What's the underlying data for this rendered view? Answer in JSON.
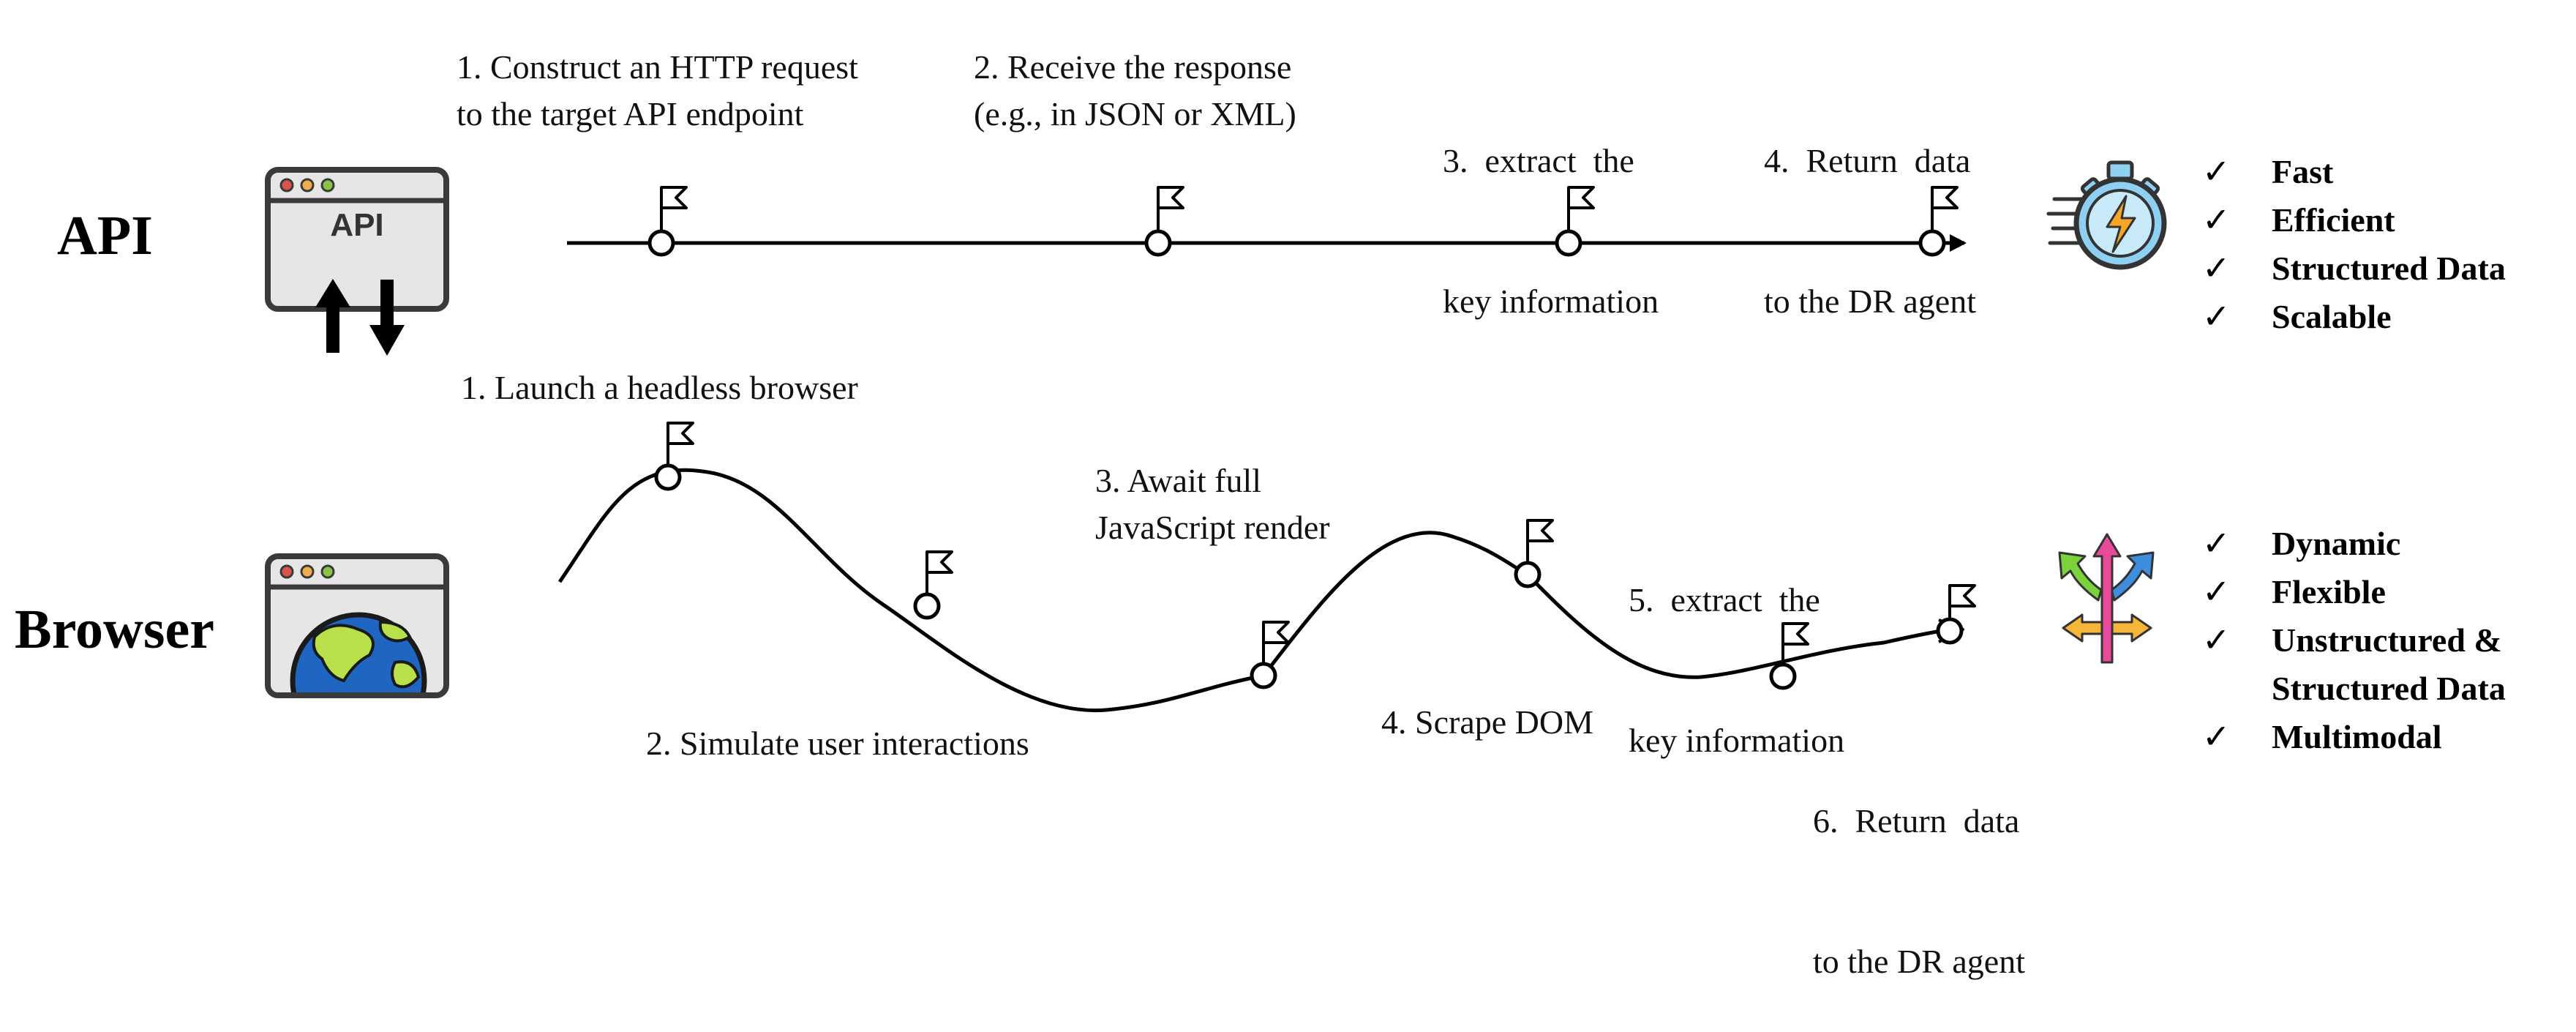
{
  "api_section": {
    "title": "API",
    "icon_label": "API",
    "steps": [
      {
        "line1": "1. Construct an HTTP request",
        "line2": "to the target API endpoint"
      },
      {
        "line1": "2. Receive the response",
        "line2": "(e.g.,  in JSON or XML)"
      },
      {
        "line1": "3.  extract  the",
        "line2": "key information"
      },
      {
        "line1": "4.  Return  data",
        "line2": "to the DR agent"
      }
    ],
    "benefits": [
      {
        "check": "✓",
        "text": "Fast"
      },
      {
        "check": "✓",
        "text": "Efficient"
      },
      {
        "check": "✓",
        "text": "Structured Data"
      },
      {
        "check": "✓",
        "text": "Scalable"
      }
    ],
    "benefit_icon": "stopwatch-lightning-icon"
  },
  "browser_section": {
    "title": "Browser",
    "icon": "browser-globe-icon",
    "steps": [
      {
        "line1": "1. Launch a headless browser",
        "line2": ""
      },
      {
        "line1": "2. Simulate user interactions",
        "line2": ""
      },
      {
        "line1": "3. Await full",
        "line2": "JavaScript render"
      },
      {
        "line1": "4. Scrape DOM",
        "line2": ""
      },
      {
        "line1": "5.  extract  the",
        "line2": "key information"
      },
      {
        "line1": "6.  Return  data",
        "line2": "to the DR agent"
      }
    ],
    "benefits": [
      {
        "check": "✓",
        "text": "Dynamic"
      },
      {
        "check": "✓",
        "text": "Flexible"
      },
      {
        "check": "✓",
        "text": "Unstructured &"
      },
      {
        "check": "",
        "text": "Structured Data"
      },
      {
        "check": "✓",
        "text": "Multimodal"
      }
    ],
    "benefit_icon": "multi-direction-arrows-icon"
  },
  "colors": {
    "line": "#000000",
    "window_frame": "#3a3a3a",
    "window_fill": "#e6e6e6",
    "dot_red": "#d9534f",
    "dot_yellow": "#f0ad4e",
    "dot_green": "#8bc34a",
    "globe_ocean": "#1f66c2",
    "globe_land": "#b7e04a",
    "stopwatch_face": "#8fd0f2",
    "stopwatch_bolt": "#f5a623"
  }
}
